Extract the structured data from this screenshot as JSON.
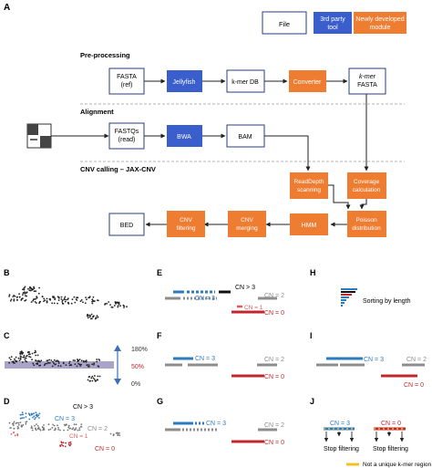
{
  "panel_letters": {
    "A": "A",
    "B": "B",
    "C": "C",
    "D": "D",
    "E": "E",
    "F": "F",
    "G": "G",
    "H": "H",
    "I": "I",
    "J": "J"
  },
  "legend": {
    "file": "File",
    "third_party": [
      "3rd party",
      "tool"
    ],
    "newly_developed": [
      "Newly developed",
      "module"
    ]
  },
  "sections": {
    "preprocessing": "Pre-processing",
    "alignment": "Alignment",
    "cnv_calling": "CNV calling – JAX-CNV"
  },
  "nodes": {
    "fasta_ref": [
      "FASTA",
      "(ref)"
    ],
    "jellyfish": "Jellyfish",
    "kmer_db": "k-mer DB",
    "converter": "Converter",
    "kmer_fasta": [
      "k-mer",
      "FASTA"
    ],
    "fastqs": [
      "FASTQs",
      "(read)"
    ],
    "bwa": "BWA",
    "bam": "BAM",
    "readdepth": [
      "ReadDepth",
      "scanning"
    ],
    "coverage": [
      "Coverage",
      "calculation"
    ],
    "poisson": [
      "Poisson",
      "distribution"
    ],
    "hmm": "HMM",
    "cnv_merging": [
      "CNV",
      "merging"
    ],
    "cnv_filtering": [
      "CNV",
      "filtering"
    ],
    "bed": "BED"
  },
  "labels": {
    "c_180": "180%",
    "c_50": "50%",
    "c_0": "0%",
    "cn_gt3": "CN > 3",
    "cn_3": "CN = 3",
    "cn_2": "CN = 2",
    "cn_1": "CN = 1",
    "cn_0": "CN = 0",
    "sorting": "Sorting by length",
    "stop_filtering": "Stop filtering",
    "not_unique": "Not a unique k-mer region"
  },
  "colors": {
    "blue_box": "#3a5fcd",
    "orange_box": "#ee7d31",
    "cn_blue": "#2c7bbf",
    "cn_red": "#c1272d",
    "cn_grey": "#8c8c8c",
    "band": "#8e85b5",
    "dashed": "#9a9a9a",
    "yellow": "#f2c029"
  }
}
